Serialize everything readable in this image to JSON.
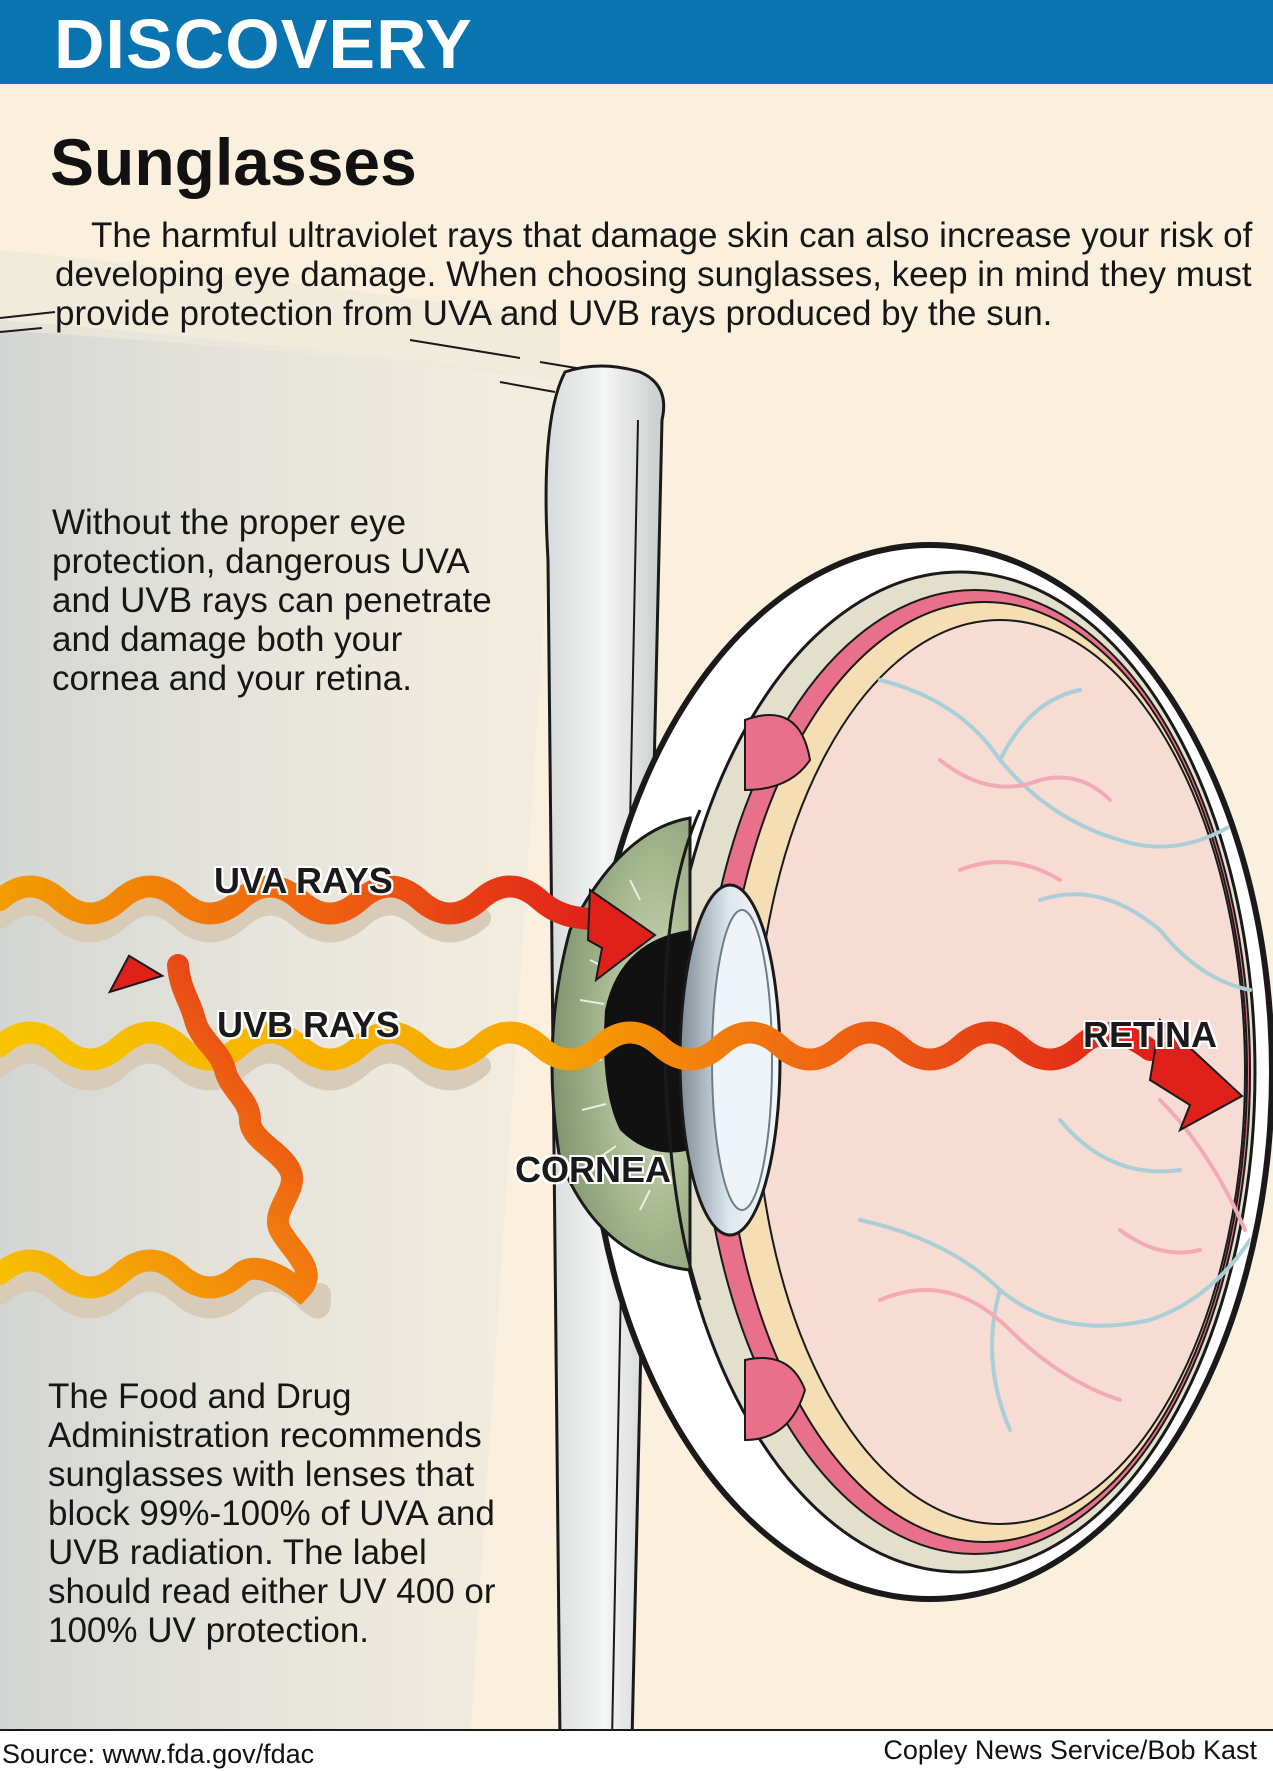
{
  "banner": {
    "title": "DISCOVERY"
  },
  "title": "Sunglasses",
  "intro": "The harmful ultraviolet rays that damage skin can also increase your risk of developing eye damage. When choosing sunglasses, keep in mind they must provide protection from UVA and UVB rays produced by the sun.",
  "left_text": "Without the proper eye protection, dangerous UVA and UVB rays can penetrate and damage both your cornea and your retina.",
  "fda_text": "The Food and Drug Administration recommends sunglasses with lenses that block 99%-100% of UVA and UVB radiation. The label should read either UV 400 or 100% UV protection.",
  "labels": {
    "uva": "UVA RAYS",
    "uvb": "UVB RAYS",
    "cornea": "CORNEA",
    "retina": "RETINA"
  },
  "footer": {
    "source": "Source: www.fda.gov/fdac",
    "credit": "Copley News Service/Bob Kast"
  },
  "colors": {
    "banner": "#0a74b0",
    "background": "#fbf0dd",
    "sclera": "#e2dcc8",
    "choroid": "#e8708a",
    "retina_layer": "#f5ddb4",
    "vitreous": "#f7dcd3",
    "iris": "#a3b48c",
    "ray_yellow": "#f6c000",
    "ray_red": "#e1201a"
  }
}
